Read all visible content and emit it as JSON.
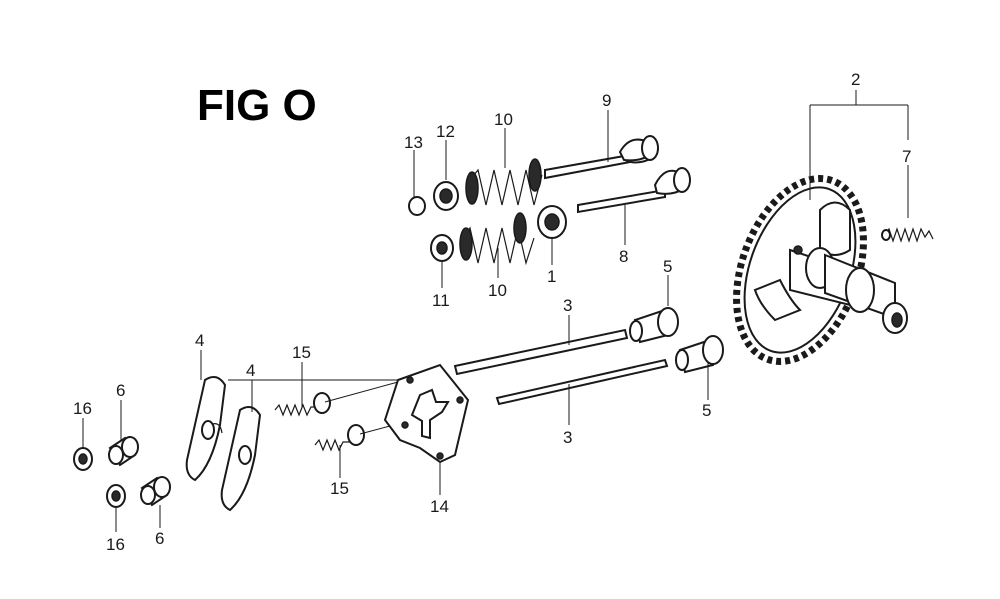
{
  "figure": {
    "title": "FIG O"
  },
  "callouts": [
    {
      "id": "c1",
      "text": "1"
    },
    {
      "id": "c2",
      "text": "2"
    },
    {
      "id": "c3a",
      "text": "3"
    },
    {
      "id": "c3b",
      "text": "3"
    },
    {
      "id": "c4a",
      "text": "4"
    },
    {
      "id": "c4b",
      "text": "4"
    },
    {
      "id": "c5a",
      "text": "5"
    },
    {
      "id": "c5b",
      "text": "5"
    },
    {
      "id": "c6a",
      "text": "6"
    },
    {
      "id": "c6b",
      "text": "6"
    },
    {
      "id": "c7",
      "text": "7"
    },
    {
      "id": "c8",
      "text": "8"
    },
    {
      "id": "c9",
      "text": "9"
    },
    {
      "id": "c10a",
      "text": "10"
    },
    {
      "id": "c10b",
      "text": "10"
    },
    {
      "id": "c11",
      "text": "11"
    },
    {
      "id": "c12",
      "text": "12"
    },
    {
      "id": "c13",
      "text": "13"
    },
    {
      "id": "c14",
      "text": "14"
    },
    {
      "id": "c15a",
      "text": "15"
    },
    {
      "id": "c15b",
      "text": "15"
    },
    {
      "id": "c16a",
      "text": "16"
    },
    {
      "id": "c16b",
      "text": "16"
    }
  ]
}
